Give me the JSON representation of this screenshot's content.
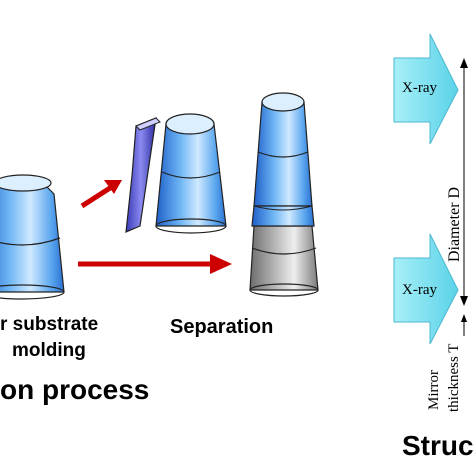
{
  "left_panel": {
    "step1_line1": "r substrate",
    "step1_line2": "molding",
    "step2_label": "Separation",
    "section_title": "on process"
  },
  "right_panel": {
    "xray_top": "X-ray",
    "xray_bottom": "X-ray",
    "diameter_label": "Diameter  D",
    "thickness_label_1": "Mirror",
    "thickness_label_2": "thickness  T",
    "section_title": "Struc"
  },
  "colors": {
    "cone_blue": "#3a8fe0",
    "cone_gray": "#9a9a9a",
    "arrow_red": "#cc0000",
    "xray_arrow": "#7fe3f0"
  }
}
